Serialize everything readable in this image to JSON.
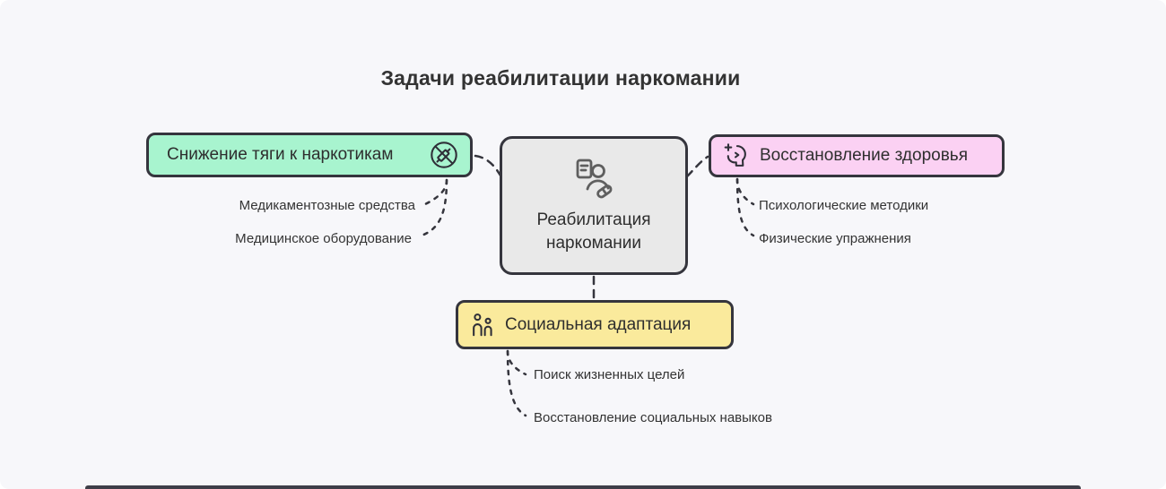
{
  "title": "Задачи реабилитации наркомании",
  "center_node": {
    "label": "Реабилитация наркомании",
    "line1": "Реабилитация",
    "line2": "наркомании",
    "icon": "rehab-person-pill-icon",
    "bg_color": "#e9e9e9"
  },
  "nodes": {
    "left": {
      "label": "Снижение тяги к наркотикам",
      "icon": "no-drugs-icon",
      "bg_color": "#a8f4cf",
      "children": [
        "Медикаментозные средства",
        "Медицинское оборудование"
      ]
    },
    "right": {
      "label": "Восстановление здоровья",
      "icon": "mind-health-icon",
      "bg_color": "#fbd1f3",
      "children": [
        "Психологические методики",
        "Физические упражнения"
      ]
    },
    "bottom": {
      "label": "Социальная адаптация",
      "icon": "family-icon",
      "bg_color": "#faea9c",
      "children": [
        "Поиск жизненных целей",
        "Восстановление социальных навыков"
      ]
    }
  },
  "colors": {
    "background": "#f7f7fa",
    "node_border": "#35353d",
    "text": "#333333",
    "connector": "#35353d"
  }
}
